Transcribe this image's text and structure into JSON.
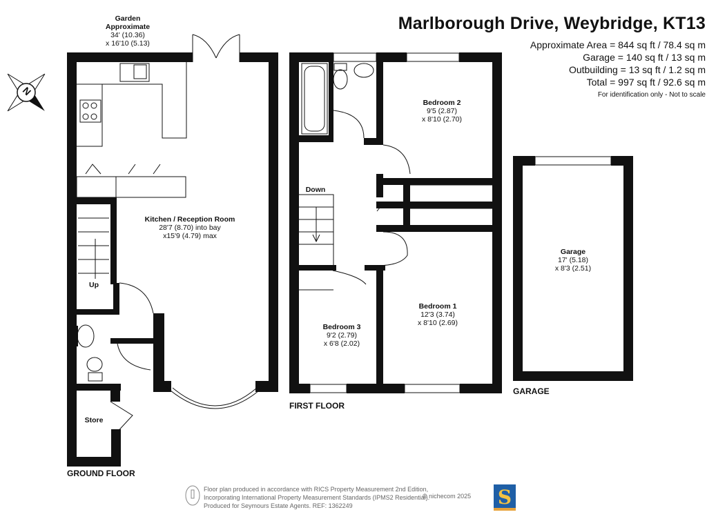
{
  "title": "Marlborough Drive, Weybridge, KT13",
  "areas": [
    "Approximate Area = 844 sq ft / 78.4 sq m",
    "Garage = 140 sq ft / 13 sq m",
    "Outbuilding = 13 sq ft / 1.2 sq m",
    "Total = 997 sq ft / 92.6 sq m"
  ],
  "identification_note": "For identification only - Not to scale",
  "compass_label": "N",
  "garden": {
    "name": "Garden",
    "line2": "Approximate",
    "dim1": "34' (10.36)",
    "dim2": "x 16'10 (5.13)"
  },
  "ground_floor": {
    "label": "GROUND FLOOR",
    "kitchen": {
      "name": "Kitchen / Reception Room",
      "dim1": "28'7 (8.70) into bay",
      "dim2": "x15'9 (4.79) max"
    },
    "stairs_label": "Up",
    "store": {
      "name": "Store"
    }
  },
  "first_floor": {
    "label": "FIRST FLOOR",
    "stairs_label": "Down",
    "bedroom2": {
      "name": "Bedroom 2",
      "dim1": "9'5 (2.87)",
      "dim2": "x 8'10 (2.70)"
    },
    "bedroom1": {
      "name": "Bedroom 1",
      "dim1": "12'3 (3.74)",
      "dim2": "x 8'10 (2.69)"
    },
    "bedroom3": {
      "name": "Bedroom 3",
      "dim1": "9'2 (2.79)",
      "dim2": "x 6'8 (2.02)"
    }
  },
  "garage": {
    "label": "GARAGE",
    "name": "Garage",
    "dim1": "17' (5.18)",
    "dim2": "x 8'3 (2.51)"
  },
  "footer": {
    "line1": "Floor plan produced in accordance with RICS Property Measurement 2nd Edition,",
    "line2": "Incorporating International Property Measurement Standards (IPMS2 Residential).",
    "line3": "Produced for Seymours Estate Agents.   REF: 1362249",
    "copyright": "© nichecom 2025",
    "logo_letter": "S"
  },
  "colors": {
    "wall": "#111111",
    "logo_bg": "#1f5fa6",
    "logo_accent": "#e8a33b"
  }
}
